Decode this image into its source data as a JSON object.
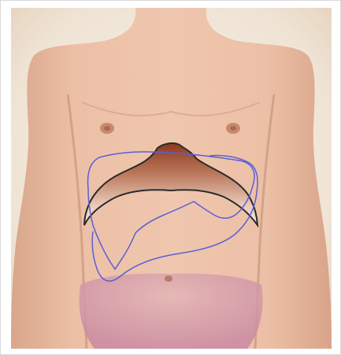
{
  "image": {
    "subject": "torso-anatomy-illustration",
    "colors": {
      "background_light": "#f6efe6",
      "background_edge": "#e4d1bb",
      "skin": "#e7b69c",
      "skin_shadow": "#cf9a80",
      "skin_highlight": "#f2cdb8",
      "diaphragm_top": "#8a3a1f",
      "diaphragm_bottom": "#ffffff",
      "diaphragm_outline": "#2a2a2a",
      "organ_outline": "#5a5fd6",
      "abdomen_tint": "#c98aa3"
    },
    "organs": [
      {
        "name": "diaphragm",
        "style": "shaded-dome"
      },
      {
        "name": "liver",
        "style": "blue-outline"
      },
      {
        "name": "stomach",
        "style": "blue-outline"
      }
    ]
  }
}
